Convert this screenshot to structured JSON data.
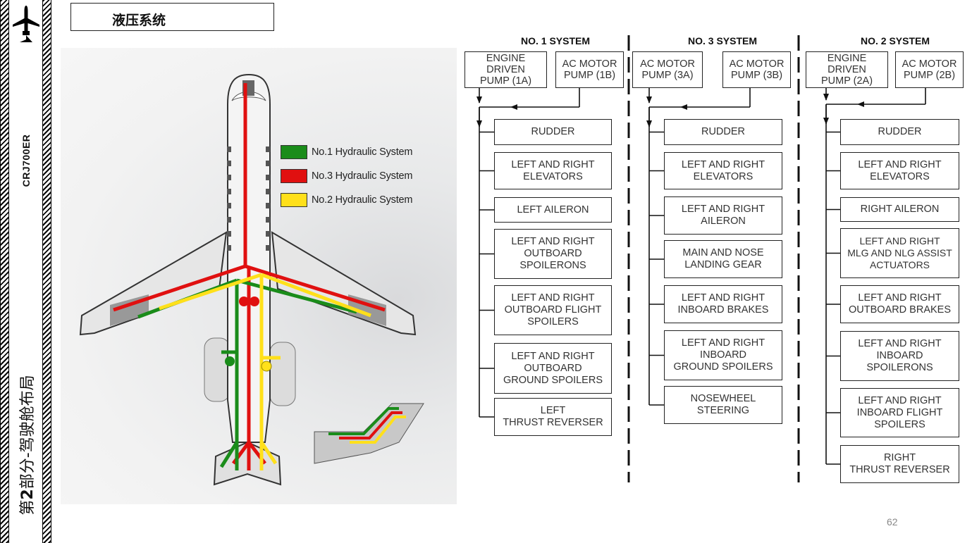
{
  "sidebar": {
    "logo_icon": "airplane-icon",
    "model": "CRJ700ER",
    "section_prefix": "第",
    "section_number": "2",
    "section_suffix": "部分-驾驶舱布局"
  },
  "header": {
    "title": "液压系统"
  },
  "aircraft_diagram": {
    "legend": [
      {
        "label": "No.1 Hydraulic System",
        "color": "#1a8c1a"
      },
      {
        "label": "No.3 Hydraulic System",
        "color": "#e01010"
      },
      {
        "label": "No.2 Hydraulic System",
        "color": "#ffe01a"
      }
    ]
  },
  "systems": [
    {
      "title": "NO. 1 SYSTEM",
      "pumps": [
        "ENGINE\nDRIVEN\nPUMP (1A)",
        "AC MOTOR\nPUMP (1B)"
      ],
      "consumers": [
        "RUDDER",
        "LEFT AND RIGHT\nELEVATORS",
        "LEFT AILERON",
        "LEFT AND RIGHT\nOUTBOARD\nSPOILERONS",
        "LEFT AND RIGHT\nOUTBOARD FLIGHT\nSPOILERS",
        "LEFT AND RIGHT\nOUTBOARD\nGROUND SPOILERS",
        "LEFT\nTHRUST REVERSER"
      ]
    },
    {
      "title": "NO. 3 SYSTEM",
      "pumps": [
        "AC MOTOR\nPUMP (3A)",
        "AC MOTOR\nPUMP (3B)"
      ],
      "consumers": [
        "RUDDER",
        "LEFT AND RIGHT\nELEVATORS",
        "LEFT AND RIGHT\nAILERON",
        "MAIN AND NOSE\nLANDING GEAR",
        "LEFT AND RIGHT\nINBOARD BRAKES",
        "LEFT AND RIGHT\nINBOARD\nGROUND SPOILERS",
        "NOSEWHEEL\nSTEERING"
      ]
    },
    {
      "title": "NO. 2 SYSTEM",
      "pumps": [
        "ENGINE\nDRIVEN\nPUMP (2A)",
        "AC MOTOR\nPUMP (2B)"
      ],
      "consumers": [
        "RUDDER",
        "LEFT AND RIGHT\nELEVATORS",
        "RIGHT AILERON",
        "LEFT AND RIGHT\nMLG AND NLG ASSIST\nACTUATORS",
        "LEFT AND RIGHT\nOUTBOARD BRAKES",
        "LEFT AND RIGHT\nINBOARD\nSPOILERONS",
        "LEFT AND RIGHT\nINBOARD FLIGHT\nSPOILERS",
        "RIGHT\nTHRUST REVERSER"
      ]
    }
  ],
  "footer": {
    "page_number": "62"
  }
}
